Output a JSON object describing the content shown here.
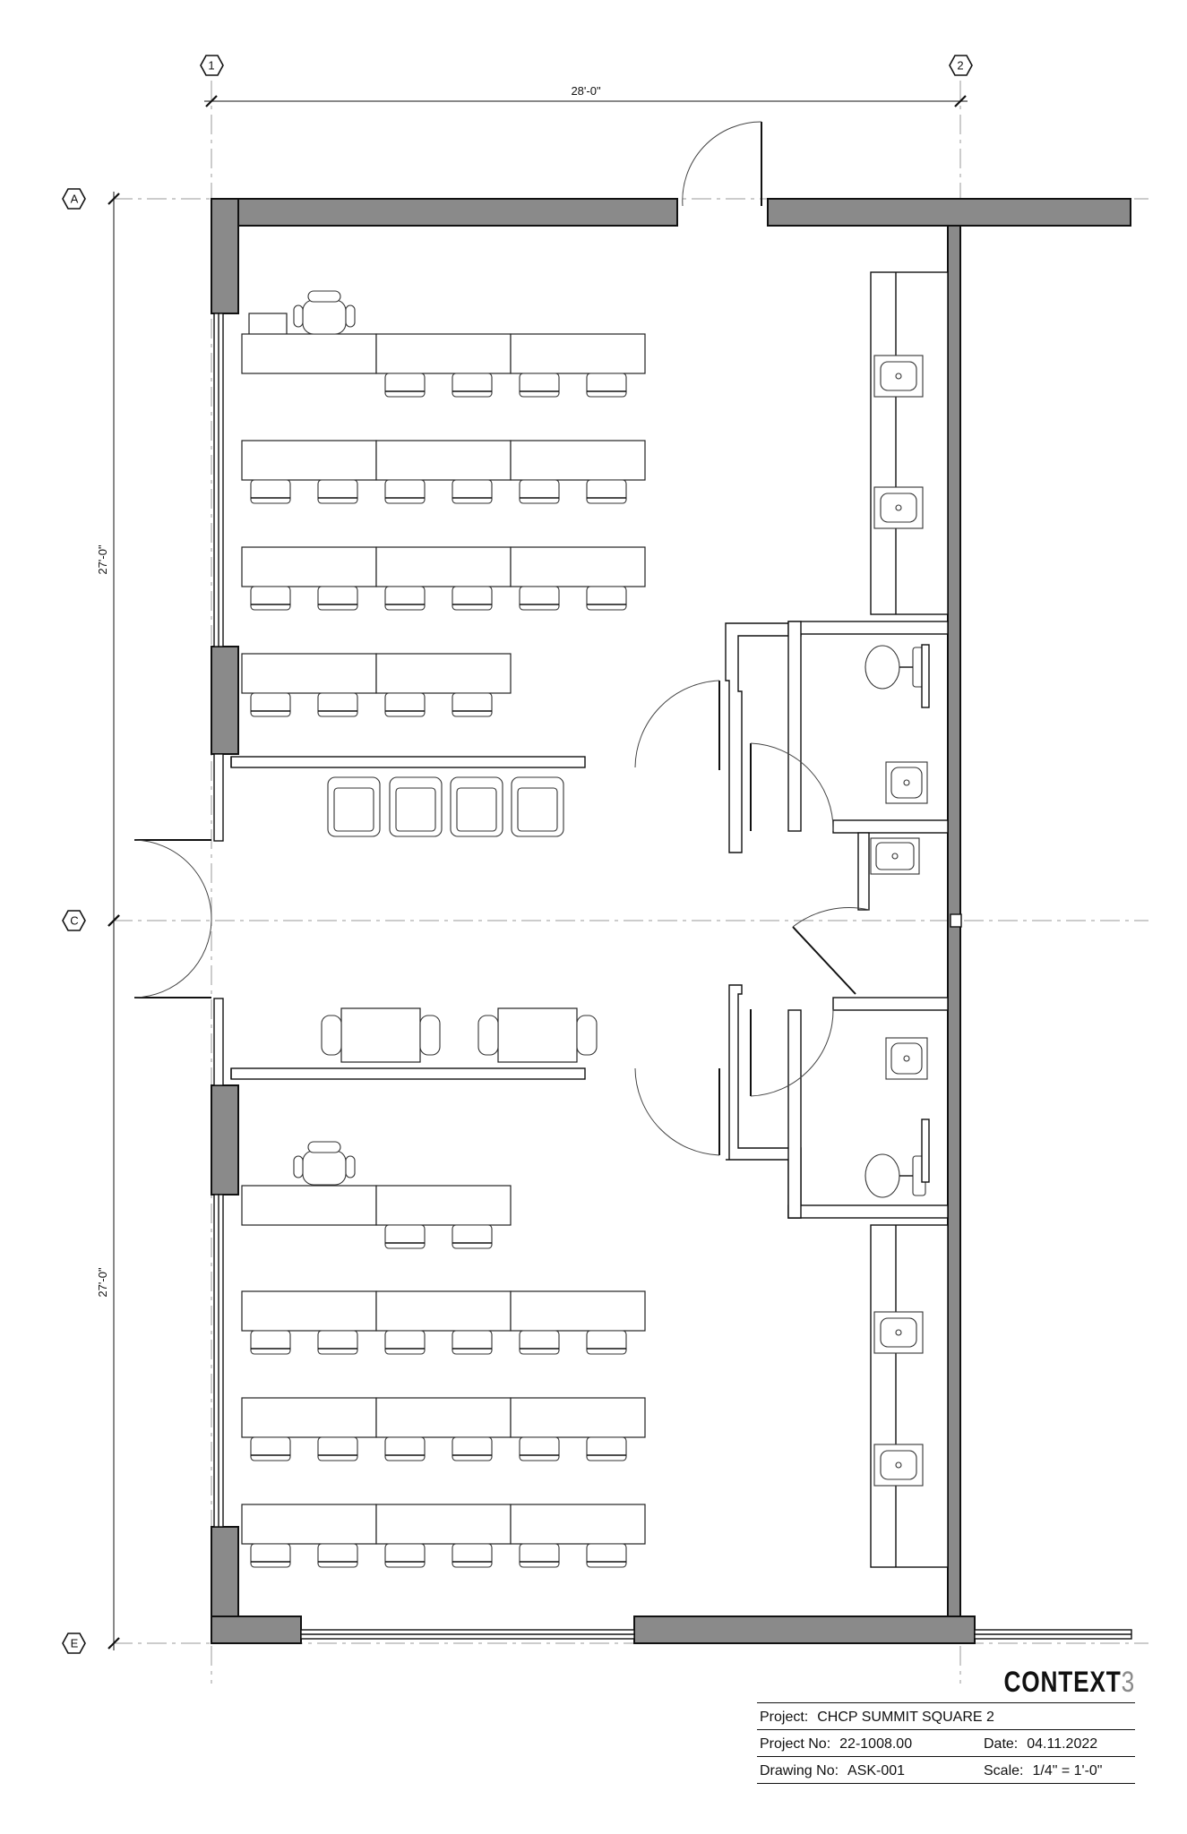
{
  "grid_labels": {
    "col_1": "1",
    "col_2": "2",
    "row_a": "A",
    "row_c": "C",
    "row_e": "E"
  },
  "dimensions": {
    "overall_width": "28'-0\"",
    "upper_height": "27'-0\"",
    "lower_height": "27'-0\""
  },
  "title_block": {
    "brand_main": "CONTEXT",
    "brand_accent": "3",
    "project_label": "Project:",
    "project_value": "CHCP SUMMIT SQUARE 2",
    "project_no_label": "Project No:",
    "project_no_value": "22-1008.00",
    "date_label": "Date:",
    "date_value": "04.11.2022",
    "drawing_no_label": "Drawing No:",
    "drawing_no_value": "ASK-001",
    "scale_label": "Scale:",
    "scale_value": "1/4\" = 1'-0\""
  },
  "colors": {
    "wall_fill": "#8a8a8a",
    "line": "#111111",
    "grid_line": "#9a9a9a",
    "brand_accent": "#8a8a8a"
  }
}
